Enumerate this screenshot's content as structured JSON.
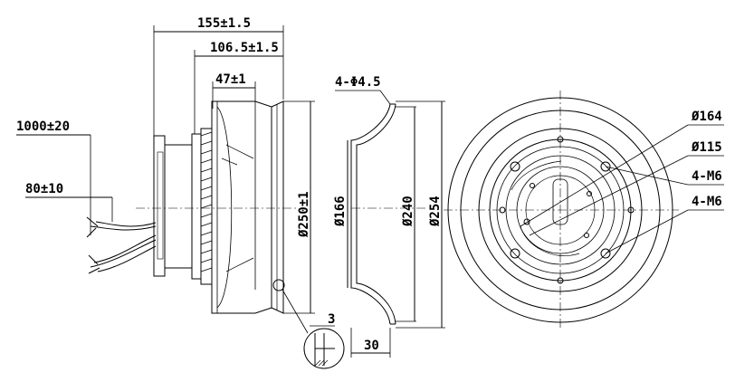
{
  "dimensions": {
    "total_length": "155±1.5",
    "body_length": "106.5±1.5",
    "motor_length": "47±1",
    "cable_length": "1000±20",
    "lead_strip": "80±10",
    "impeller_dia": "Ø250±1",
    "mount_holes": "4-Φ4.5",
    "inlet_dia": "Ø166",
    "ring_dia_inner": "Ø240",
    "ring_dia_outer": "Ø254",
    "ring_depth": "30",
    "detail_gap": "3",
    "bolt_circle_large": "Ø164",
    "bolt_circle_small": "Ø115",
    "thread_a": "4-M6",
    "thread_b": "4-M6"
  }
}
